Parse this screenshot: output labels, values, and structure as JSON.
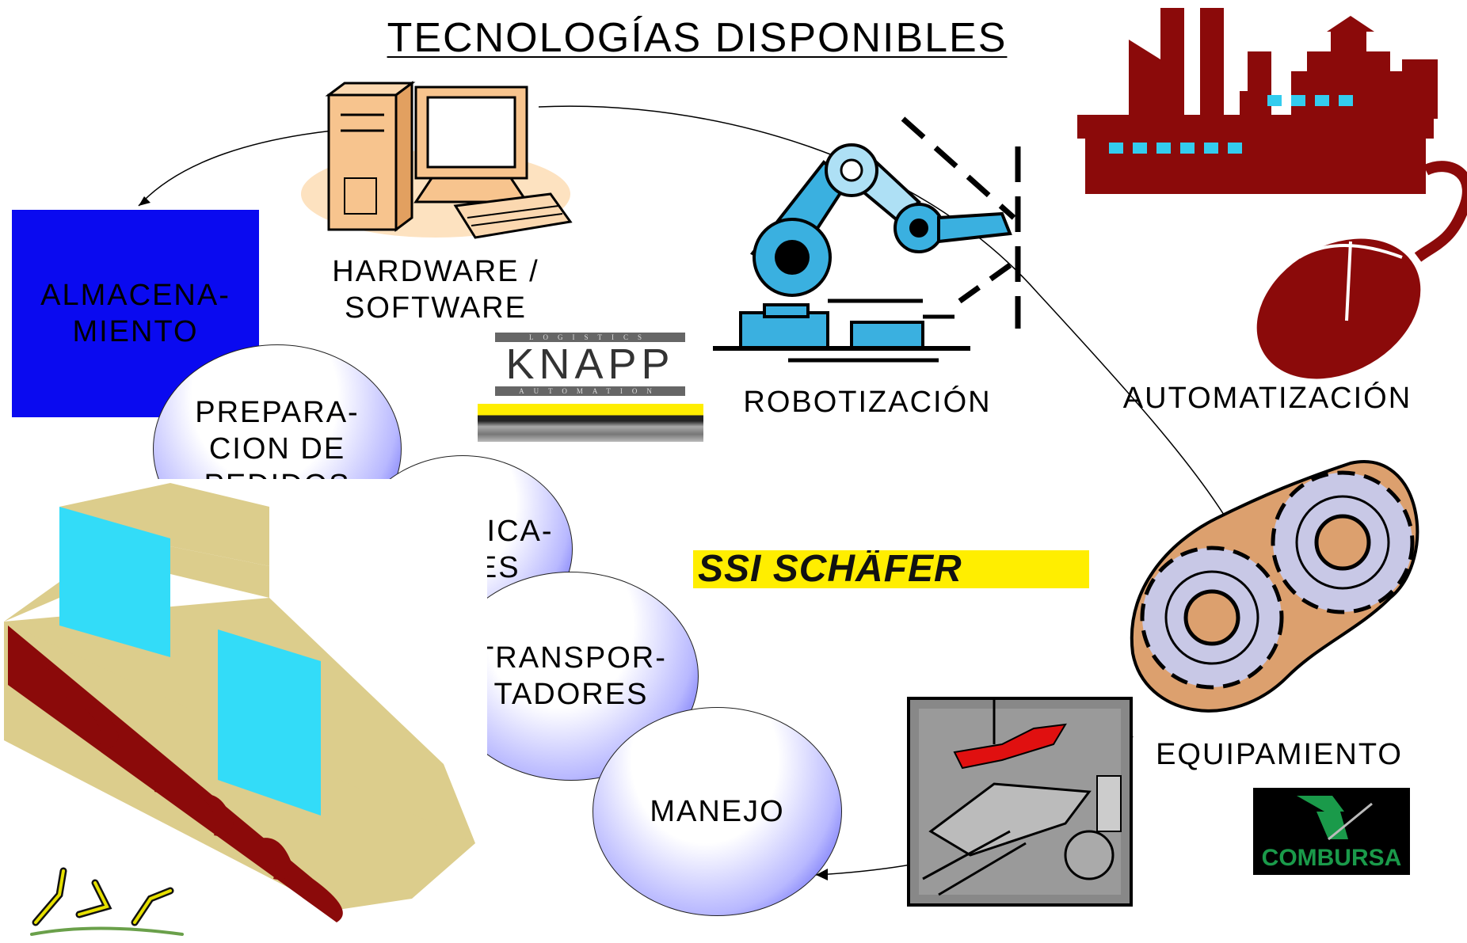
{
  "title": "TECNOLOGÍAS DISPONIBLES",
  "labels": {
    "almacenamiento": "ALMACENA-\nMIENTO",
    "hardware": "HARDWARE /\nSOFTWARE",
    "robotizacion": "ROBOTIZACIÓN",
    "automatizacion": "AUTOMATIZACIÓN",
    "equipamiento": "EQUIPAMIENTO"
  },
  "ellipses": {
    "preparacion": "PREPARA-\nCION DE\nPEDIDOS",
    "clasificadores": "CLASIFICA-\nDORES",
    "transportadores": "TRANSPOR-\nTADORES",
    "manejo": "MANEJO"
  },
  "logos": {
    "knapp": "KNAPP",
    "knapp_top": "LOGISTICS",
    "knapp_bottom": "AUTOMATION",
    "ssi_schafer": "SSI SCHÄFER",
    "combursa": "COMBURSA"
  },
  "icons": [
    "computer-icon",
    "robot-arm-icon",
    "factory-icon",
    "mouse-icon",
    "gears-icon",
    "conveyor-icon",
    "machine-workshop-icon"
  ],
  "colors": {
    "almacenamiento_box": "#0a0af0",
    "factory": "#8b0a0a",
    "robot": "#3ab0e0",
    "conveyor_body": "#dccd8c",
    "conveyor_box": "#33dcf8",
    "gears_outer": "#dca06e",
    "gears_inner": "#c8c8e6",
    "schafer_bg": "#ffee00",
    "schafer_red": "#e01010"
  }
}
